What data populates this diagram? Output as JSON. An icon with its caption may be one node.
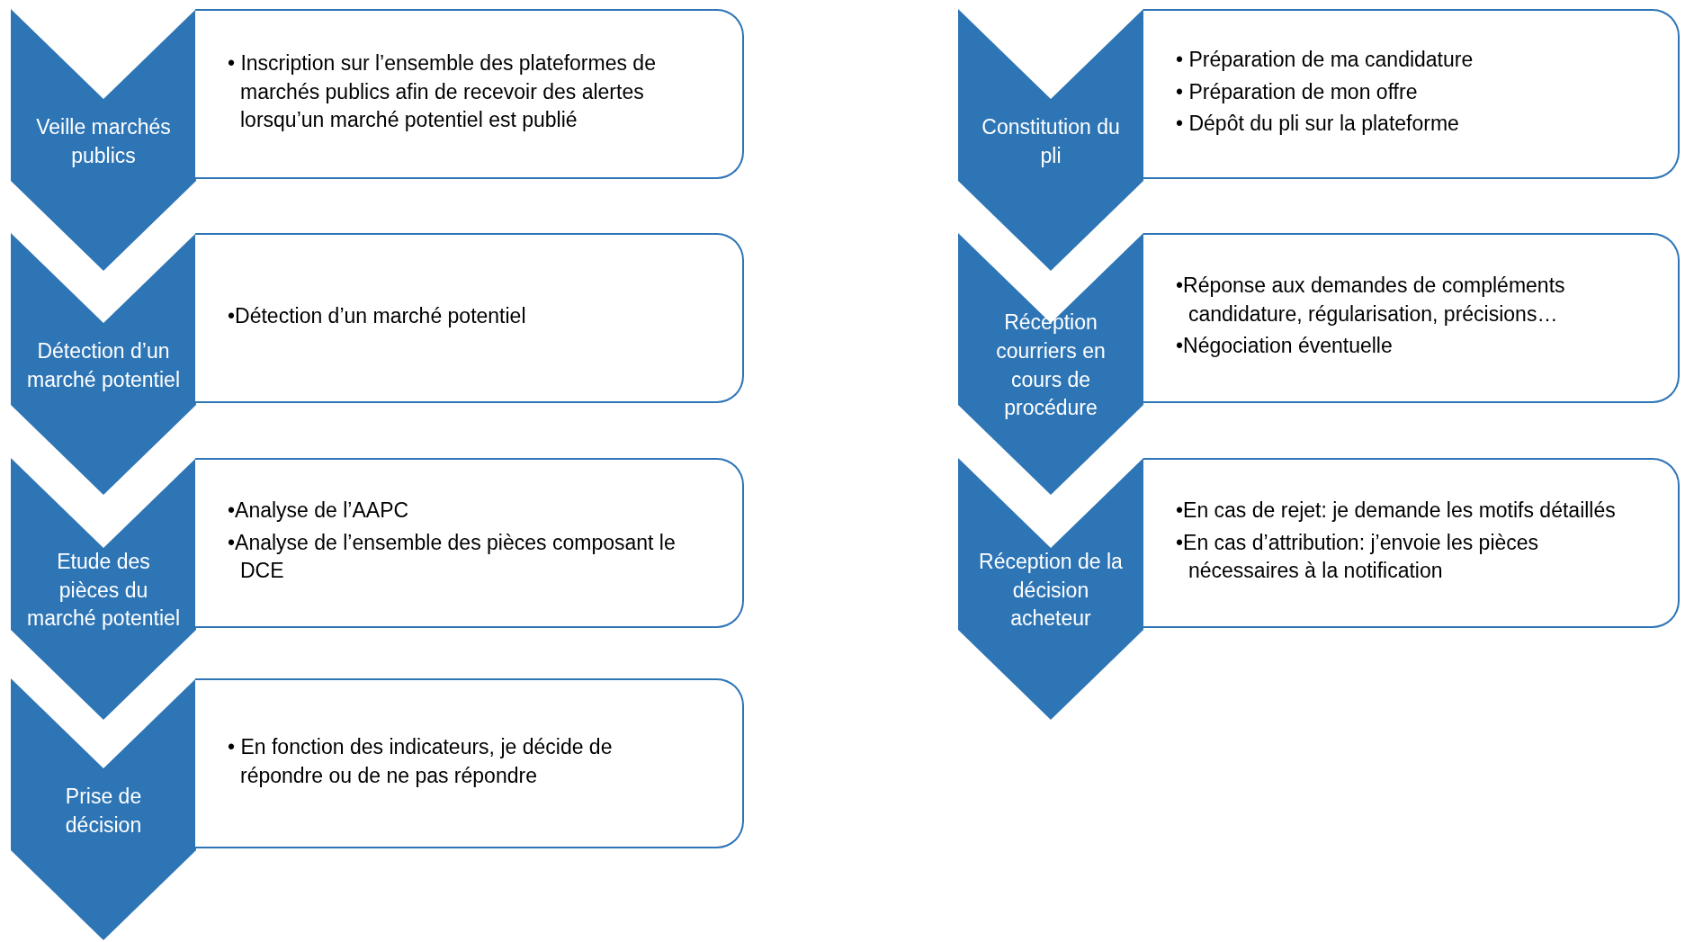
{
  "diagram": {
    "nodes": [
      {
        "text": [
          "Veille marchés publics"
        ]
      },
      {
        "text": [
          "• Inscription sur l’ensemble des plateformes de marchés publics afin de recevoir des alertes lorsqu’un marché potentiel est publié"
        ]
      },
      {
        "text": [
          "Détection d’un marché potentiel"
        ]
      },
      {
        "text": [
          "•Détection d’un marché potentiel"
        ]
      },
      {
        "text": [
          "Etude des pièces du marché potentiel"
        ]
      },
      {
        "text": [
          "•Analyse de l’AAPC",
          "•Analyse de l’ensemble des pièces composant le DCE"
        ]
      },
      {
        "text": [
          "Prise de décision"
        ]
      },
      {
        "text": [
          "• En fonction des indicateurs, je décide de répondre ou de ne pas répondre"
        ]
      },
      {
        "text": [
          "Constitution du pli"
        ]
      },
      {
        "text": [
          "• Préparation de ma candidature",
          "• Préparation de mon offre",
          "• Dépôt du pli sur la plateforme"
        ]
      },
      {
        "text": [
          "Réception courriers en cours de procédure"
        ]
      },
      {
        "text": [
          "•Réponse aux demandes de compléments candidature, régularisation, précisions…",
          "•Négociation éventuelle"
        ]
      },
      {
        "text": [
          "Réception de la décision acheteur"
        ]
      },
      {
        "text": [
          "•En cas de rejet: je demande les motifs détaillés",
          "•En cas d’attribution: j’envoie les pièces nécessaires à la notification"
        ]
      }
    ]
  }
}
